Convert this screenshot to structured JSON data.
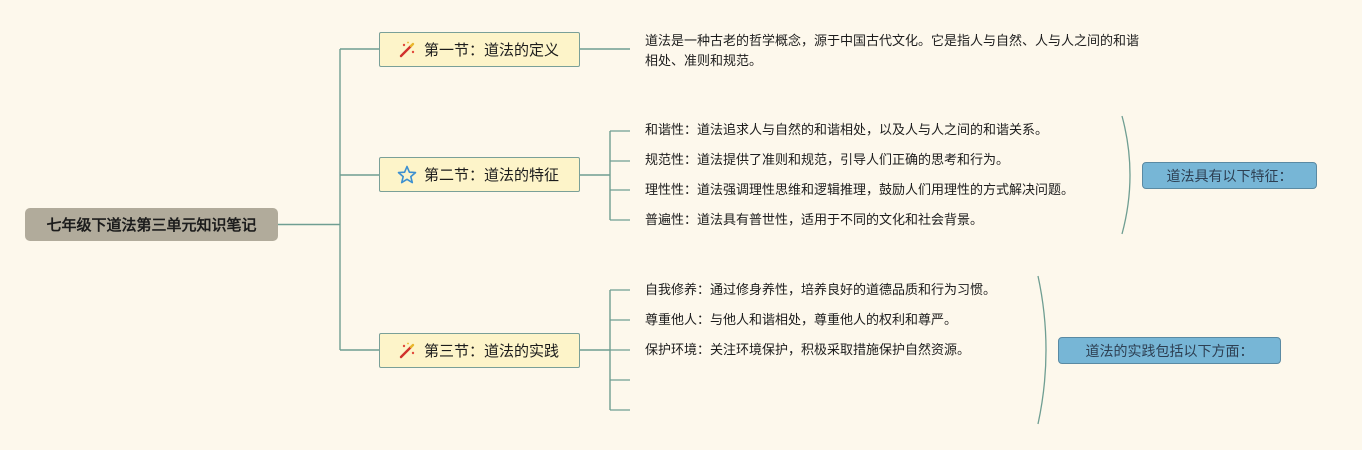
{
  "root": {
    "label": "七年级下道法第三单元知识笔记"
  },
  "sections": [
    {
      "label": "第一节：道法的定义",
      "icon": "magic-wand-icon",
      "details": [
        "道法是一种古老的哲学概念，源于中国古代文化。它是指人与自然、人与人之间的和谐相处、准则和规范。"
      ]
    },
    {
      "label": "第二节：道法的特征",
      "icon": "star-icon",
      "details": [
        "和谐性：道法追求人与自然的和谐相处，以及人与人之间的和谐关系。",
        "规范性：道法提供了准则和规范，引导人们正确的思考和行为。",
        "理性性：道法强调理性思维和逻辑推理，鼓励人们用理性的方式解决问题。",
        "普遍性：道法具有普世性，适用于不同的文化和社会背景。"
      ],
      "summary": "道法具有以下特征："
    },
    {
      "label": "第三节：道法的实践",
      "icon": "magic-wand-icon",
      "details": [
        "自我修养：通过修身养性，培养良好的道德品质和行为习惯。",
        "尊重他人：与他人和谐相处，尊重他人的权利和尊严。",
        "保护环境：关注环境保护，积极采取措施保护自然资源。",
        "",
        ""
      ],
      "summary": "道法的实践包括以下方面："
    }
  ],
  "colors": {
    "background": "#fdf8ec",
    "root_fill": "#b1ab9b",
    "section_fill": "#fdf4c9",
    "section_border": "#7aa098",
    "connector": "#6f9e92",
    "summary_fill": "#77b6d6"
  }
}
